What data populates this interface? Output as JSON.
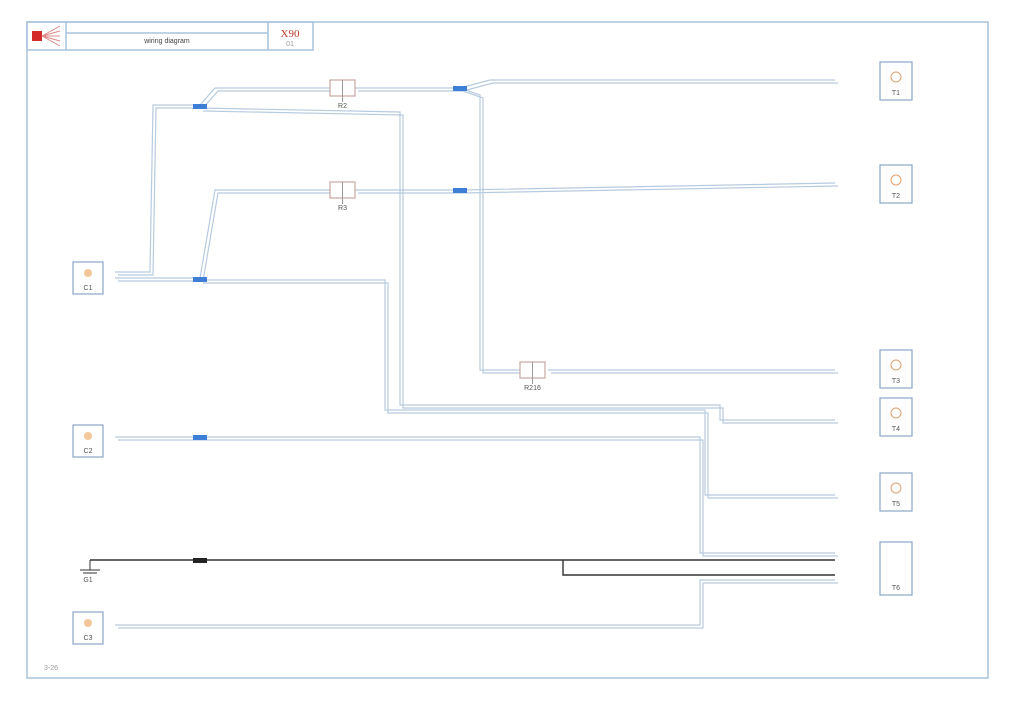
{
  "title_block": {
    "title": "wiring diagram",
    "code": "X90",
    "sub": "01"
  },
  "page_number": "3-26",
  "relays": [
    "R2",
    "R3",
    "R216"
  ],
  "components_right": [
    "T1",
    "T2",
    "T3",
    "T4",
    "T5",
    "T6"
  ],
  "components_left": [
    "C1",
    "C2",
    "G1",
    "C3"
  ],
  "colors": {
    "wire": "#b7cbe0",
    "splice": "#3f7ed6",
    "accent": "#c0392b",
    "frame": "#a9c3dd"
  }
}
